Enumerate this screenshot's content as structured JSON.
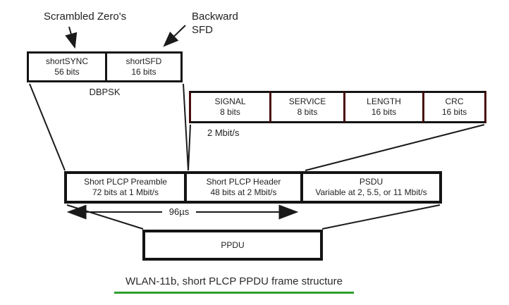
{
  "annotations": {
    "scrambled_zeros": "Scrambled Zero's",
    "backward_sfd": "Backward SFD"
  },
  "preamble_group": {
    "modulation": "DBPSK",
    "fields": [
      {
        "name": "shortSYNC",
        "size": "56 bits"
      },
      {
        "name": "shortSFD",
        "size": "16 bits"
      }
    ]
  },
  "header_group": {
    "rate": "2 Mbit/s",
    "fields": [
      {
        "name": "SIGNAL",
        "size": "8 bits"
      },
      {
        "name": "SERVICE",
        "size": "8 bits"
      },
      {
        "name": "LENGTH",
        "size": "16 bits"
      },
      {
        "name": "CRC",
        "size": "16 bits"
      }
    ]
  },
  "ppdu_row": {
    "duration": "96µs",
    "fields": [
      {
        "name": "Short PLCP Preamble",
        "size": "72 bits at 1 Mbit/s"
      },
      {
        "name": "Short PLCP Header",
        "size": "48 bits at 2 Mbit/s"
      },
      {
        "name": "PSDU",
        "size": "Variable at 2, 5.5, or 11 Mbit/s"
      }
    ]
  },
  "ppdu": {
    "label": "PPDU"
  },
  "caption": "WLAN-11b, short PLCP PPDU frame structure",
  "colors": {
    "line": "#1a1a1a",
    "box_border": "#141414",
    "header_vertical_border": "#4a0b0b",
    "caption_underline": "#2f9e2f"
  }
}
